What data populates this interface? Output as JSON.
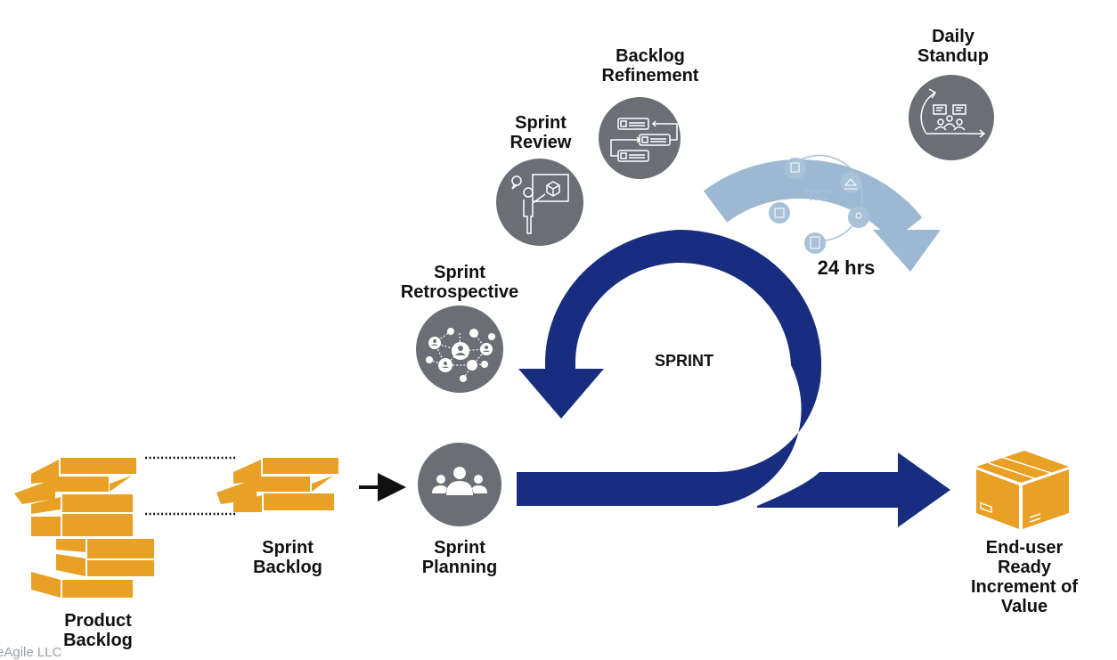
{
  "colors": {
    "sprint_arrow": "#192d80",
    "daily_arrow": "#9db9d1",
    "icon_circle": "#6b6e75",
    "brick": "#e8a025",
    "mini_icon": "#a9c2d8",
    "text": "#111111"
  },
  "labels": {
    "product_backlog": [
      "Product",
      "Backlog"
    ],
    "sprint_backlog": [
      "Sprint",
      "Backlog"
    ],
    "sprint_planning": [
      "Sprint",
      "Planning"
    ],
    "sprint_retrospective": [
      "Sprint",
      "Retrospective"
    ],
    "sprint_review": [
      "Sprint",
      "Review"
    ],
    "backlog_refinement": [
      "Backlog",
      "Refinement"
    ],
    "daily_standup": [
      "Daily",
      "Standup"
    ],
    "increment": [
      "End-user",
      "Ready",
      "Increment of",
      "Value"
    ],
    "sprint_center": "SPRINT",
    "daily_cycle": "24 hrs",
    "inner_cycle": [
      "Human+AI",
      "1-3 hrs"
    ]
  },
  "icons": {
    "sprint_planning": "team-icon",
    "sprint_retrospective": "network-icon",
    "sprint_review": "presentation-icon",
    "backlog_refinement": "list-reorder-icon",
    "daily_standup": "standup-meeting-icon",
    "increment": "package-box-icon",
    "inner_cycle_steps": [
      "document-hand-icon",
      "house-platform-icon",
      "location-pin-icon",
      "checklist-icon",
      "ai-chip-icon"
    ]
  },
  "watermark": "eAgile LLC"
}
